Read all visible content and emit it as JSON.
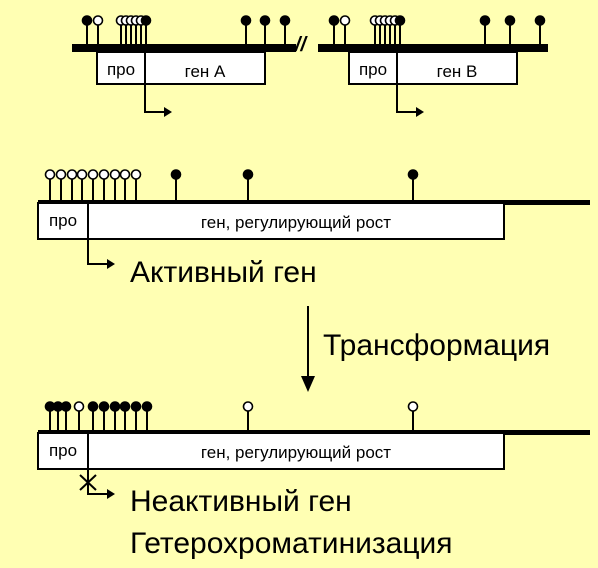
{
  "colors": {
    "background": "#ffffb3",
    "line": "#000000",
    "box": "#ffffff",
    "methyl_filled": "#000000",
    "methyl_open": "#ffffff"
  },
  "top_panel": {
    "left": {
      "promoter_label": "про",
      "gene_label": "ген A",
      "lollipops": [
        "filled",
        "open",
        "open",
        "open",
        "open",
        "open",
        "open",
        "filled",
        "filled",
        "filled",
        "filled"
      ]
    },
    "break_symbol": "//",
    "right": {
      "promoter_label": "про",
      "gene_label": "ген B",
      "lollipops": [
        "filled",
        "open",
        "open",
        "open",
        "open",
        "open",
        "open",
        "filled",
        "filled",
        "filled",
        "filled"
      ]
    }
  },
  "middle_panel": {
    "promoter_label": "про",
    "gene_label": "ген, регулирующий рост",
    "status_label": "Активный ген",
    "lollipops": [
      "open",
      "open",
      "open",
      "open",
      "open",
      "open",
      "open",
      "open",
      "open",
      "filled",
      "filled",
      "filled"
    ]
  },
  "arrow_label": "Трансформация",
  "bottom_panel": {
    "promoter_label": "про",
    "gene_label": "ген, регулирующий рост",
    "status_label": "Неактивный ген",
    "process_label": "Гетерохроматинизация",
    "lollipops": [
      "filled",
      "filled",
      "filled",
      "open",
      "filled",
      "filled",
      "filled",
      "filled",
      "filled",
      "filled",
      "open",
      "open"
    ]
  }
}
